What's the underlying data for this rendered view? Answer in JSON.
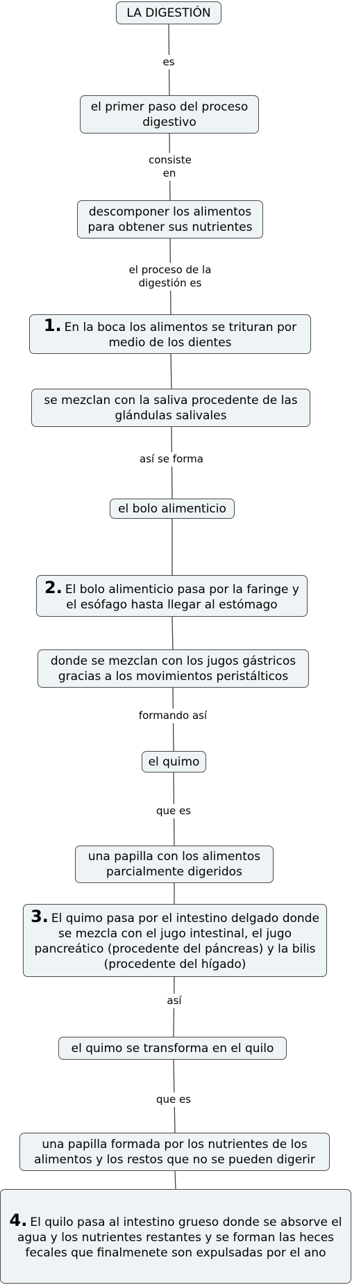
{
  "nodes": [
    {
      "id": "digestion",
      "text": "LA DIGESTIÓN"
    },
    {
      "id": "primer-paso",
      "text": "el primer paso del proceso digestivo"
    },
    {
      "id": "descomponer",
      "text": "descomponer los alimentos para obtener sus nutrientes"
    },
    {
      "id": "step-1",
      "number": "1.",
      "text": "En la boca los alimentos se trituran por medio de los dientes"
    },
    {
      "id": "saliva",
      "text": "se mezclan con la saliva procedente de las glándulas salivales"
    },
    {
      "id": "bolo",
      "text": "el bolo alimenticio"
    },
    {
      "id": "step-2",
      "number": "2.",
      "text": "El bolo alimenticio pasa por la faringe y el esófago hasta llegar al estómago"
    },
    {
      "id": "jugos",
      "text": "donde se mezclan con los jugos gástricos gracias a los movimientos peristálticos"
    },
    {
      "id": "quimo",
      "text": "el quimo"
    },
    {
      "id": "papilla-1",
      "text": "una papilla con los alimentos parcialmente digeridos"
    },
    {
      "id": "step-3",
      "number": "3.",
      "text": "El quimo pasa por el intestino delgado donde se mezcla con el jugo intestinal, el jugo pancreático (procedente del páncreas) y  la bilis (procedente del hígado)"
    },
    {
      "id": "quilo",
      "text": "el quimo se transforma en el quilo"
    },
    {
      "id": "papilla-2",
      "text": "una papilla formada por los nutrientes de los alimentos y los restos que no se pueden digerir"
    },
    {
      "id": "step-4",
      "number": "4.",
      "text": "El quilo pasa al intestino grueso donde se absorve el agua y los nutrientes restantes y se forman las heces fecales que finalmenete son expulsadas por el ano"
    }
  ],
  "links": [
    {
      "from": "digestion",
      "to": "primer-paso",
      "label": "es"
    },
    {
      "from": "primer-paso",
      "to": "descomponer",
      "label": "consiste en"
    },
    {
      "from": "descomponer",
      "to": "step-1",
      "label": "el proceso de la digestión es"
    },
    {
      "from": "step-1",
      "to": "saliva",
      "label": ""
    },
    {
      "from": "saliva",
      "to": "bolo",
      "label": "así se forma"
    },
    {
      "from": "bolo",
      "to": "step-2",
      "label": ""
    },
    {
      "from": "step-2",
      "to": "jugos",
      "label": ""
    },
    {
      "from": "jugos",
      "to": "quimo",
      "label": "formando así"
    },
    {
      "from": "quimo",
      "to": "papilla-1",
      "label": "que es"
    },
    {
      "from": "papilla-1",
      "to": "step-3",
      "label": ""
    },
    {
      "from": "step-3",
      "to": "quilo",
      "label": "así"
    },
    {
      "from": "quilo",
      "to": "papilla-2",
      "label": "que es"
    },
    {
      "from": "papilla-2",
      "to": "step-4",
      "label": ""
    }
  ]
}
